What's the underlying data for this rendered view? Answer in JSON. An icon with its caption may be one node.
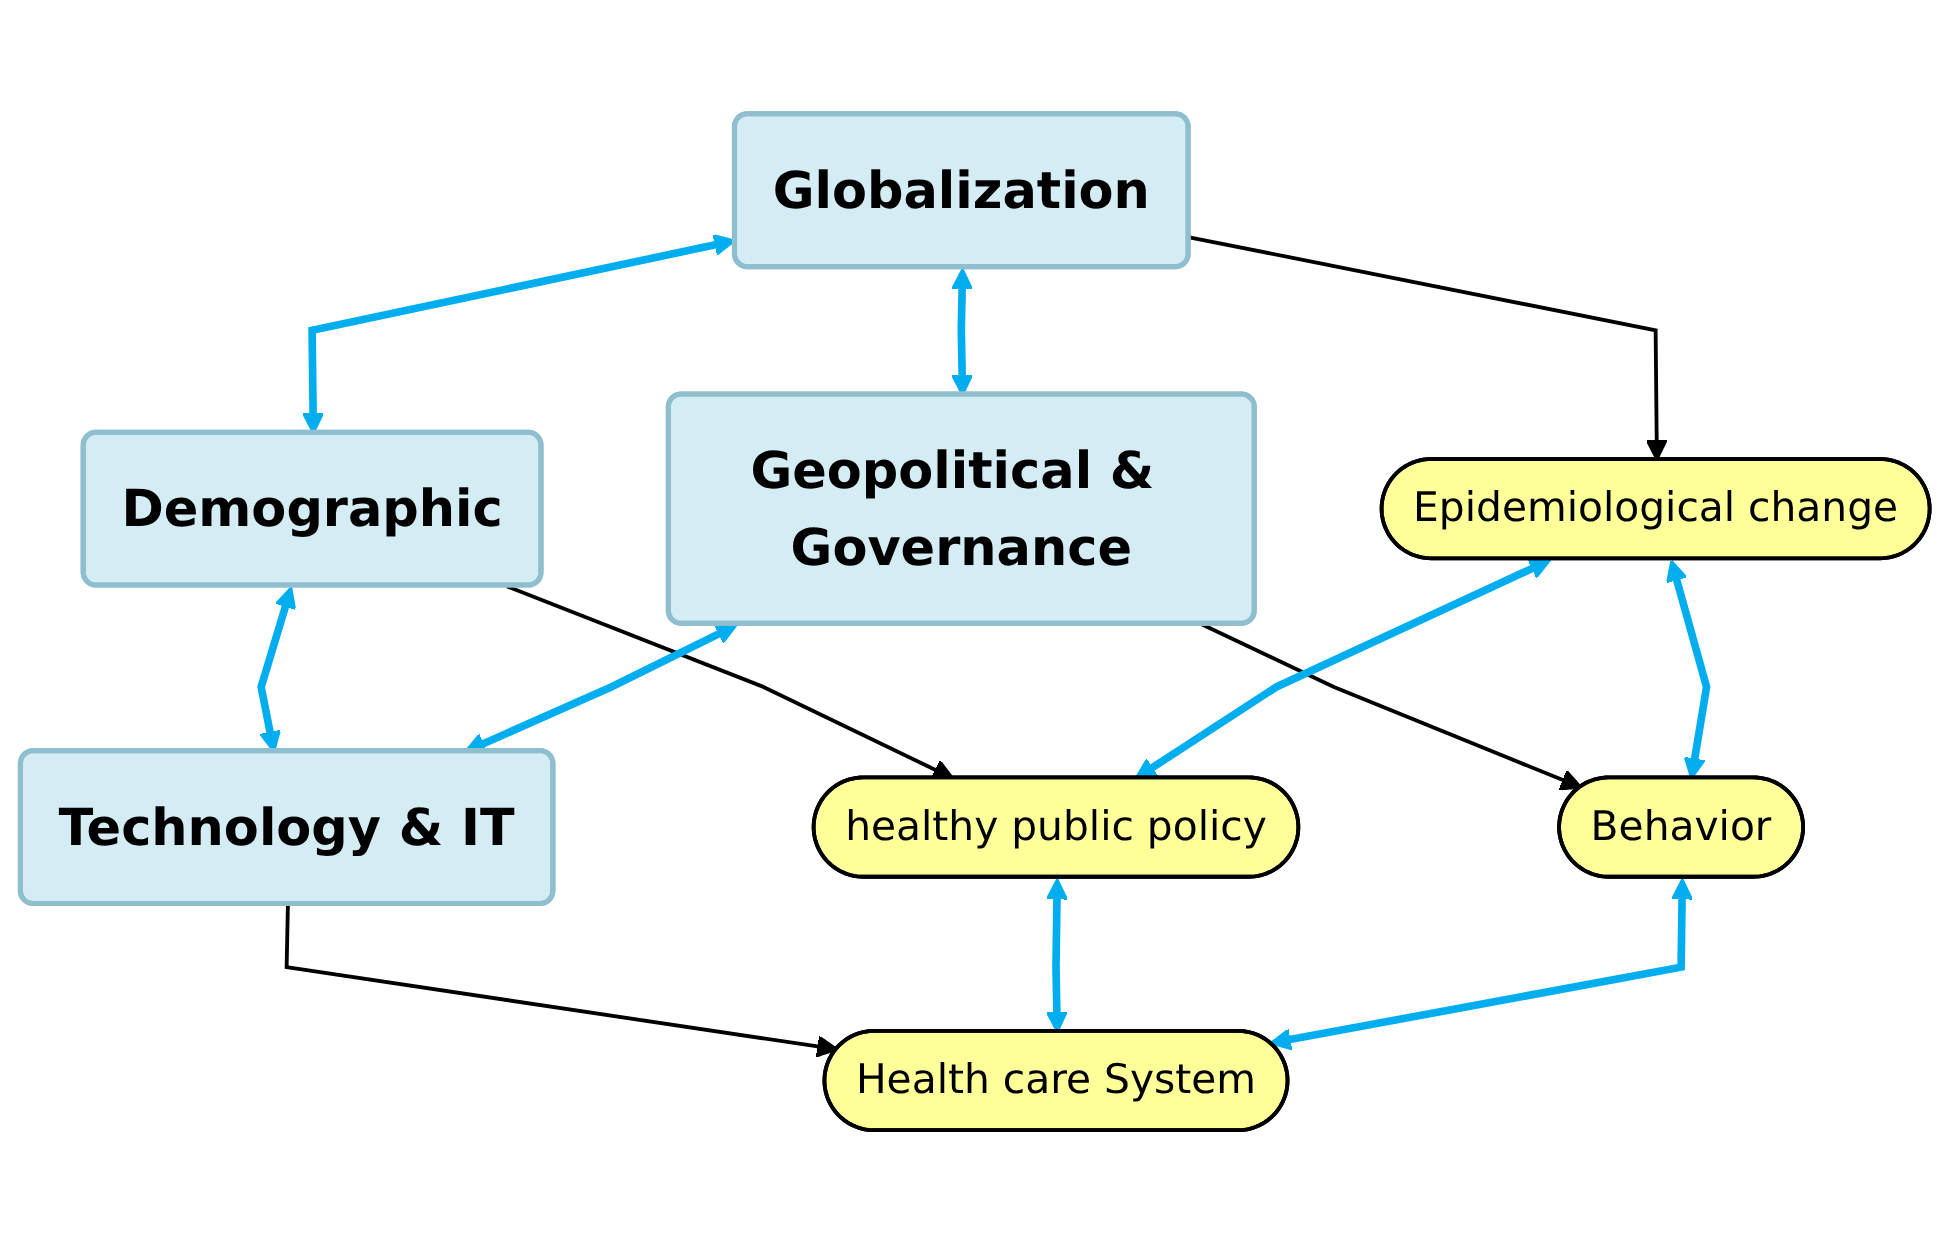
{
  "diagram": {
    "nodes": [
      {
        "text": [
          "Globalization"
        ]
      },
      {
        "text": [
          "Epidemiological change"
        ]
      },
      {
        "text": [
          "Demographic"
        ]
      },
      {
        "text": [
          "healthy public policy"
        ]
      },
      {
        "text": [
          "Behavior"
        ]
      },
      {
        "text": [
          "Geopolitical & Governance"
        ]
      },
      {
        "text": [
          "Health care System"
        ]
      },
      {
        "text": [
          "Technology & IT"
        ]
      }
    ],
    "edges": [
      {
        "from": 0,
        "to": 1,
        "arrow": "to",
        "color": "#000000"
      },
      {
        "from": 2,
        "to": 3,
        "arrow": "to",
        "color": "#000000"
      },
      {
        "from": 5,
        "to": 4,
        "arrow": "to",
        "color": "#000000"
      },
      {
        "from": 7,
        "to": 6,
        "arrow": "to",
        "color": "#000000"
      },
      {
        "from": 0,
        "to": 2,
        "arrow": "both"
      },
      {
        "from": 0,
        "to": 5,
        "arrow": "both"
      },
      {
        "from": 2,
        "to": 7,
        "arrow": "both"
      },
      {
        "from": 5,
        "to": 7,
        "arrow": "both"
      },
      {
        "from": 1,
        "to": 3,
        "arrow": "both"
      },
      {
        "from": 1,
        "to": 4,
        "arrow": "both"
      },
      {
        "from": 3,
        "to": 6,
        "arrow": "both"
      },
      {
        "from": 4,
        "to": 6,
        "arrow": "both"
      }
    ]
  }
}
